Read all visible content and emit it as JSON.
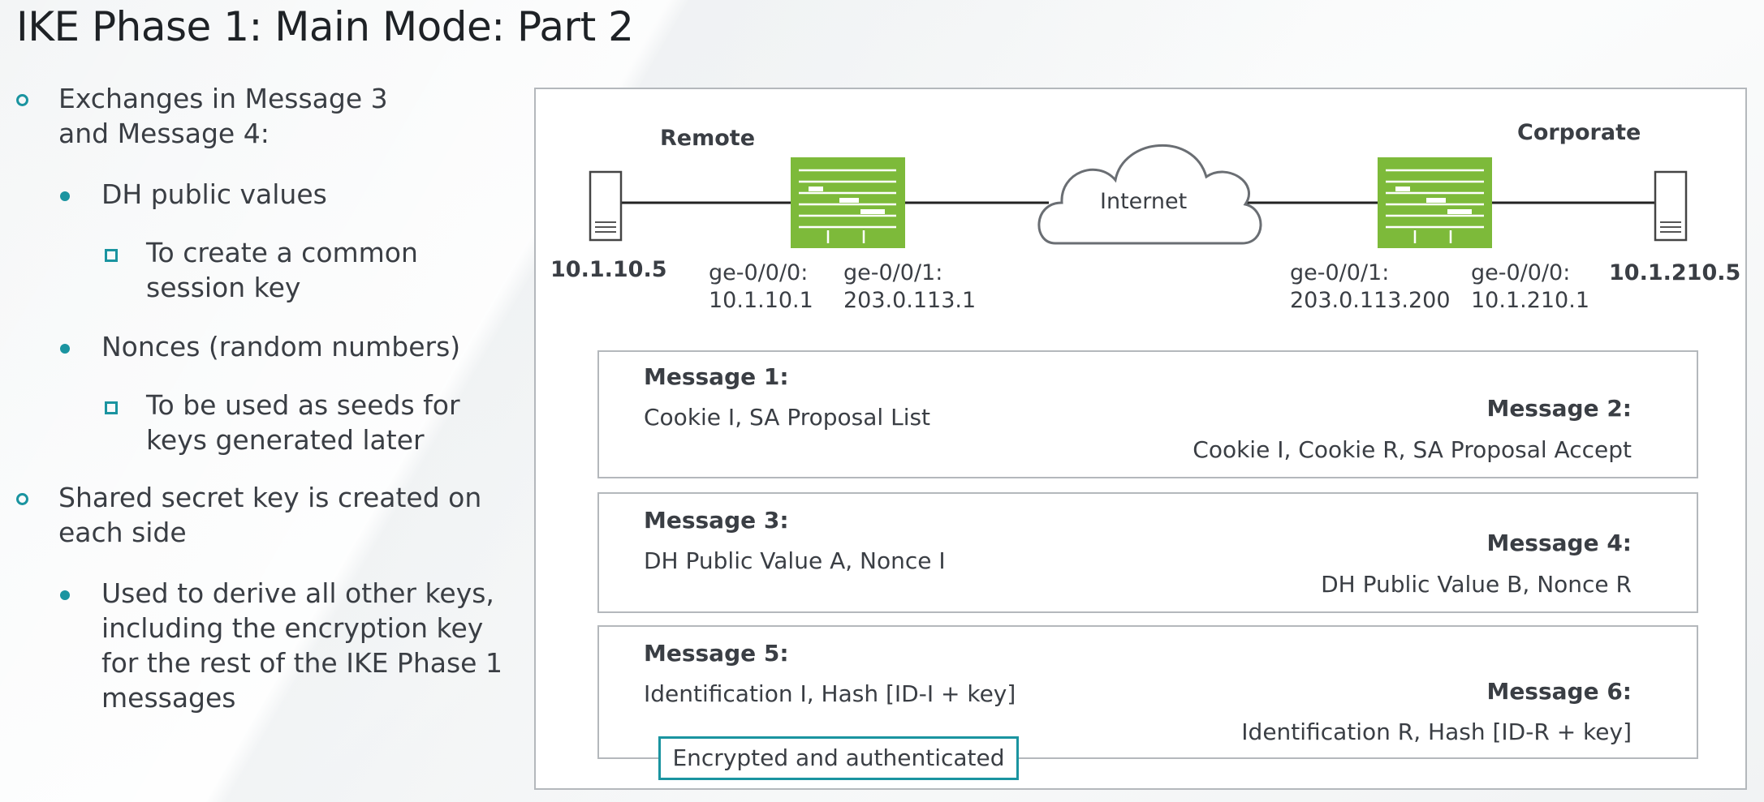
{
  "title": "IKE Phase 1: Main Mode: Part 2",
  "bullets": {
    "b1": [
      "Exchanges in Message 3",
      "and Message 4:"
    ],
    "b1a": "DH public values",
    "b1a1": [
      "To create a common",
      "session key"
    ],
    "b1b": "Nonces (random numbers)",
    "b1b1": [
      "To be used as seeds for",
      "keys generated later"
    ],
    "b2": [
      "Shared secret key is created on",
      "each side"
    ],
    "b2a": [
      "Used to derive all other keys,",
      "including the encryption key",
      "for the rest of the IKE Phase 1",
      "messages"
    ]
  },
  "network": {
    "remote_label": "Remote",
    "corporate_label": "Corporate",
    "internet_label": "Internet",
    "left_host_ip": "10.1.10.5",
    "right_host_ip": "10.1.210.5",
    "left_fw_if0": [
      "ge-0/0/0:",
      "10.1.10.1"
    ],
    "left_fw_if1": [
      "ge-0/0/1:",
      "203.0.113.1"
    ],
    "right_fw_if1": [
      "ge-0/0/1:",
      "203.0.113.200"
    ],
    "right_fw_if0": [
      "ge-0/0/0:",
      "10.1.210.1"
    ]
  },
  "messages": [
    {
      "left_head": "Message 1:",
      "left_text": "Cookie I, SA Proposal List",
      "right_head": "Message 2:",
      "right_text": "Cookie I, Cookie R, SA Proposal Accept"
    },
    {
      "left_head": "Message 3:",
      "left_text": "DH Public Value A, Nonce I",
      "right_head": "Message 4:",
      "right_text": "DH Public Value B, Nonce R"
    },
    {
      "left_head": "Message 5:",
      "left_text": "Identification I, Hash [ID-I + key]",
      "right_head": "Message 6:",
      "right_text": "Identification R, Hash [ID-R + key]"
    }
  ],
  "encrypted_label": "Encrypted and authenticated",
  "colors": {
    "accent": "#1a94a0",
    "firewall": "#7dba3a",
    "border": "#b4b8bc"
  }
}
